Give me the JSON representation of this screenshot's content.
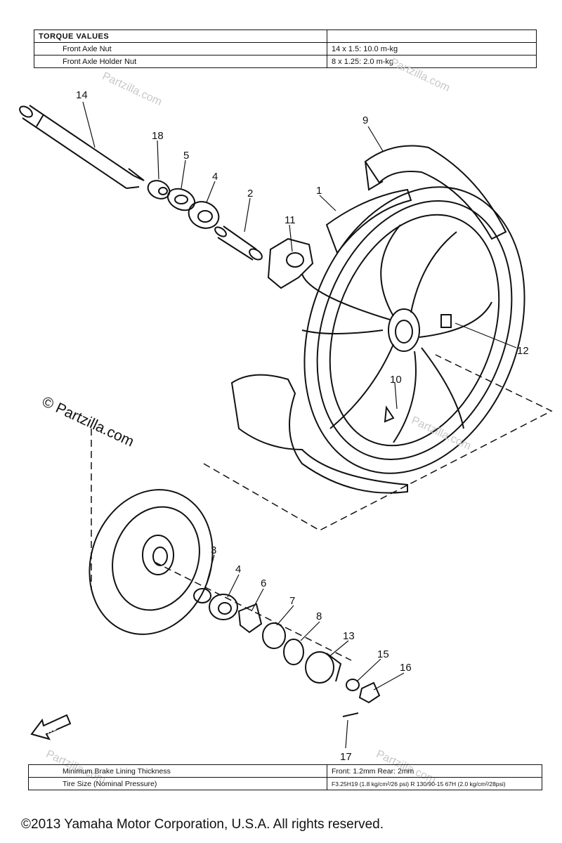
{
  "torque_table": {
    "header": "TORQUE VALUES",
    "rows": [
      {
        "label": "Front Axle Nut",
        "value": "14 x 1.5: 10.0 m-kg"
      },
      {
        "label": "Front Axle Holder Nut",
        "value": "8 x 1.25: 2.0 m-kg"
      }
    ]
  },
  "spec_table": {
    "rows": [
      {
        "label": "Minimum Brake Lining Thickness",
        "value": "Front: 1.2mm        Rear: 2mm"
      },
      {
        "label": "Tire Size (Nominal Pressure)",
        "value": "F3.25H19 (1.8 kg/cm²/26 psi)  R 130/90-15 67H (2.0 kg/cm²/28psi)"
      }
    ]
  },
  "callouts": [
    "14",
    "18",
    "5",
    "4",
    "2",
    "11",
    "1",
    "9",
    "12",
    "10",
    "3",
    "4",
    "6",
    "7",
    "8",
    "13",
    "15",
    "16",
    "17"
  ],
  "fwd_label": "FWD",
  "watermark": "© Partzilla.com",
  "faint_watermark": "Partzilla.com",
  "copyright": "©2013  Yamaha Motor Corporation, U.S.A. All rights reserved."
}
